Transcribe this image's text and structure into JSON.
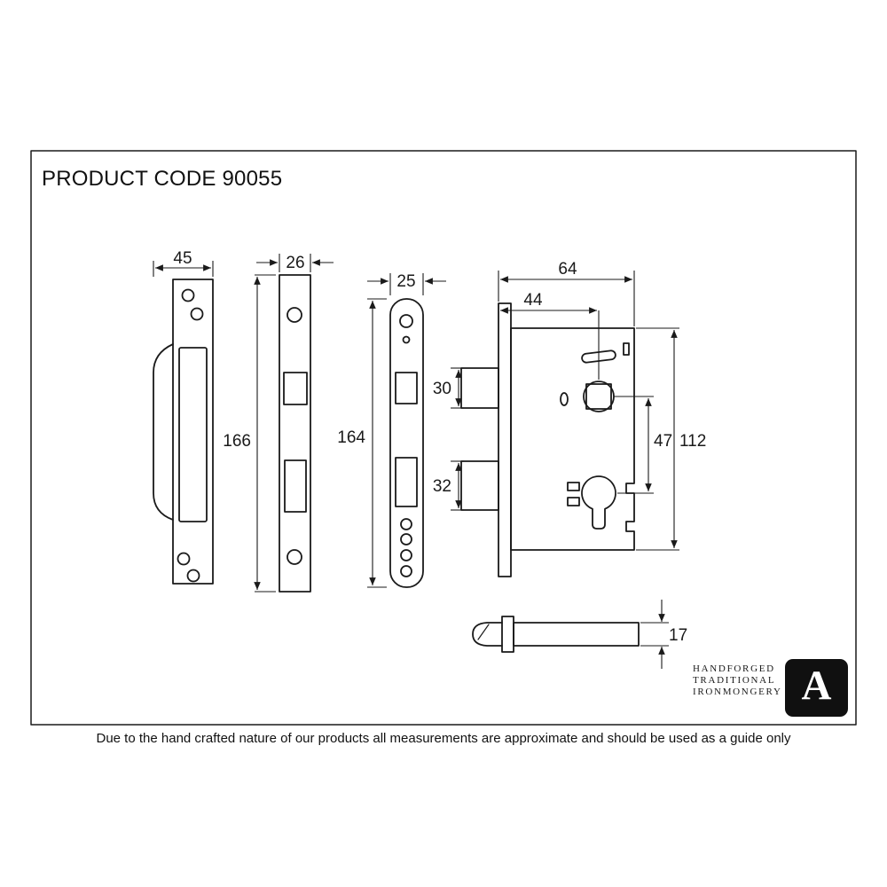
{
  "header": {
    "title": "PRODUCT CODE 90055"
  },
  "footer": {
    "disclaimer": "Due to the hand crafted nature of our products all measurements are approximate and should be used as a guide only"
  },
  "brand": {
    "line1": "HANDFORGED",
    "line2": "TRADITIONAL",
    "line3": "IRONMONGERY",
    "monogram": "A"
  },
  "dimensions": {
    "strike_plate_width": "45",
    "faceplate_width": "26",
    "faceplate_height": "166",
    "forend_width": "25",
    "forend_height": "164",
    "case_width": "64",
    "backset": "44",
    "latch_bolt_height": "30",
    "dead_bolt_height": "32",
    "centres": "47",
    "case_height": "112",
    "spindle_height": "17"
  },
  "colors": {
    "line": "#1a1a1a",
    "background": "#ffffff",
    "logo_background": "#101010"
  }
}
